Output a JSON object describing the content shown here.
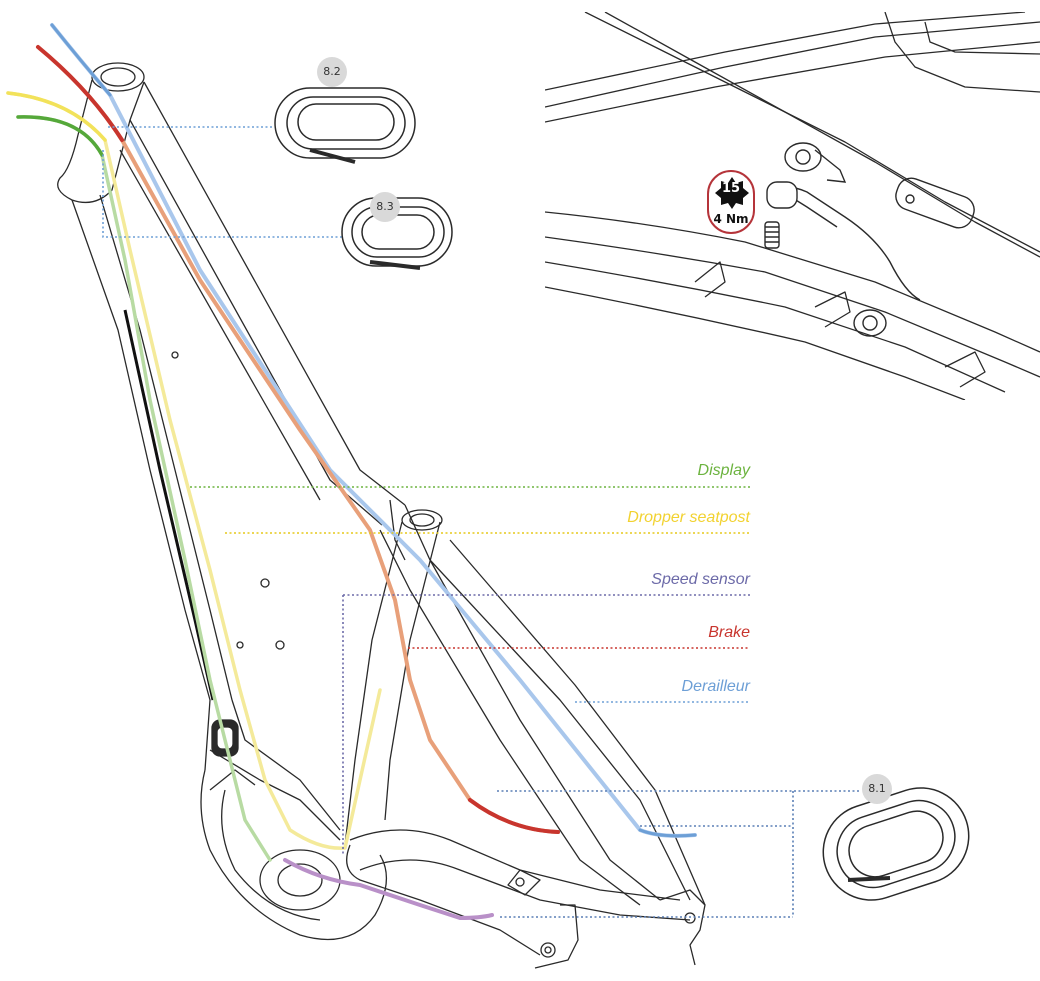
{
  "labels": [
    {
      "id": "display",
      "text": "Display",
      "color": "#6cb33f"
    },
    {
      "id": "dropper",
      "text": "Dropper seatpost",
      "color": "#f2d230"
    },
    {
      "id": "speed",
      "text": "Speed sensor",
      "color": "#6c6aa8"
    },
    {
      "id": "brake",
      "text": "Brake",
      "color": "#c8352e"
    },
    {
      "id": "derailleur",
      "text": "Derailleur",
      "color": "#6d9fd6"
    }
  ],
  "callouts": [
    "8.2",
    "8.3",
    "8.1"
  ],
  "torque": {
    "tool": "15",
    "value": "4 Nm",
    "color": "#b5343a"
  },
  "cable_colors": {
    "derailleur": "#6d9fd6",
    "brake": "#c8352e",
    "dropper": "#f2e25a",
    "display": "#55a83a",
    "speed": "#b990c8"
  }
}
